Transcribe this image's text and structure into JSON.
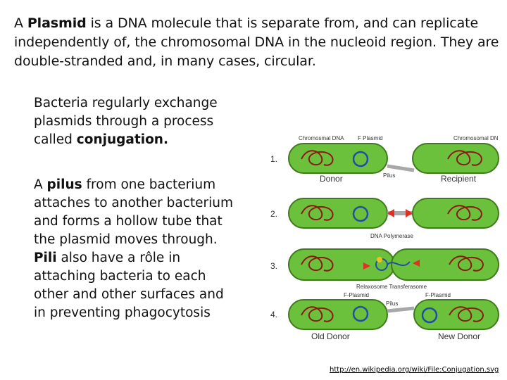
{
  "intro": {
    "w1": "A ",
    "b1": "Plasmid",
    "w2": " is a DNA molecule that is separate from, and can replicate independently of, the chromosomal DNA in the nucleoid region. They are double-stranded and, in many cases, circular."
  },
  "side1": {
    "w1": "Bacteria regularly exchange plasmids through a process called ",
    "b1": "conjugation."
  },
  "side2": {
    "w1": "A ",
    "b1": "pilus",
    "w2": " from one bacterium attaches to another bacterium and forms a hollow tube that the plasmid moves through.",
    "b2": "Pili",
    "w3": " also have a rôle in attaching bacteria to each other and other surfaces and in preventing phagocytosis"
  },
  "figure": {
    "steps": [
      "1.",
      "2.",
      "3.",
      "4."
    ],
    "labels": {
      "chromosomal_dna_left": "Chromosmal DNA",
      "f_plasmid": "F Plasmid",
      "chromosomal_dna_right": "Chromosomal DN",
      "pilus_1": "Pilus",
      "donor": "Donor",
      "recipient": "Recipient",
      "dna_polymerase": "DNA Polymerase",
      "relaxosome": "Relaxosome Transferasome",
      "f_plasmid_left": "F-Plasmid",
      "f_plasmid_right": "F-Plasmid",
      "pilus_4": "Pilus",
      "old_donor": "Old Donor",
      "new_donor": "New Donor"
    },
    "colors": {
      "cell_fill": "#6cc13c",
      "cell_stroke": "#3f7a1c",
      "chromosome": "#8b1a10",
      "plasmid": "#1f4fa3",
      "pilus": "#a8a8a8",
      "arrow": "#e03020"
    }
  },
  "source_link": "http://en.wikipedia.org/wiki/File:Conjugation.svg"
}
